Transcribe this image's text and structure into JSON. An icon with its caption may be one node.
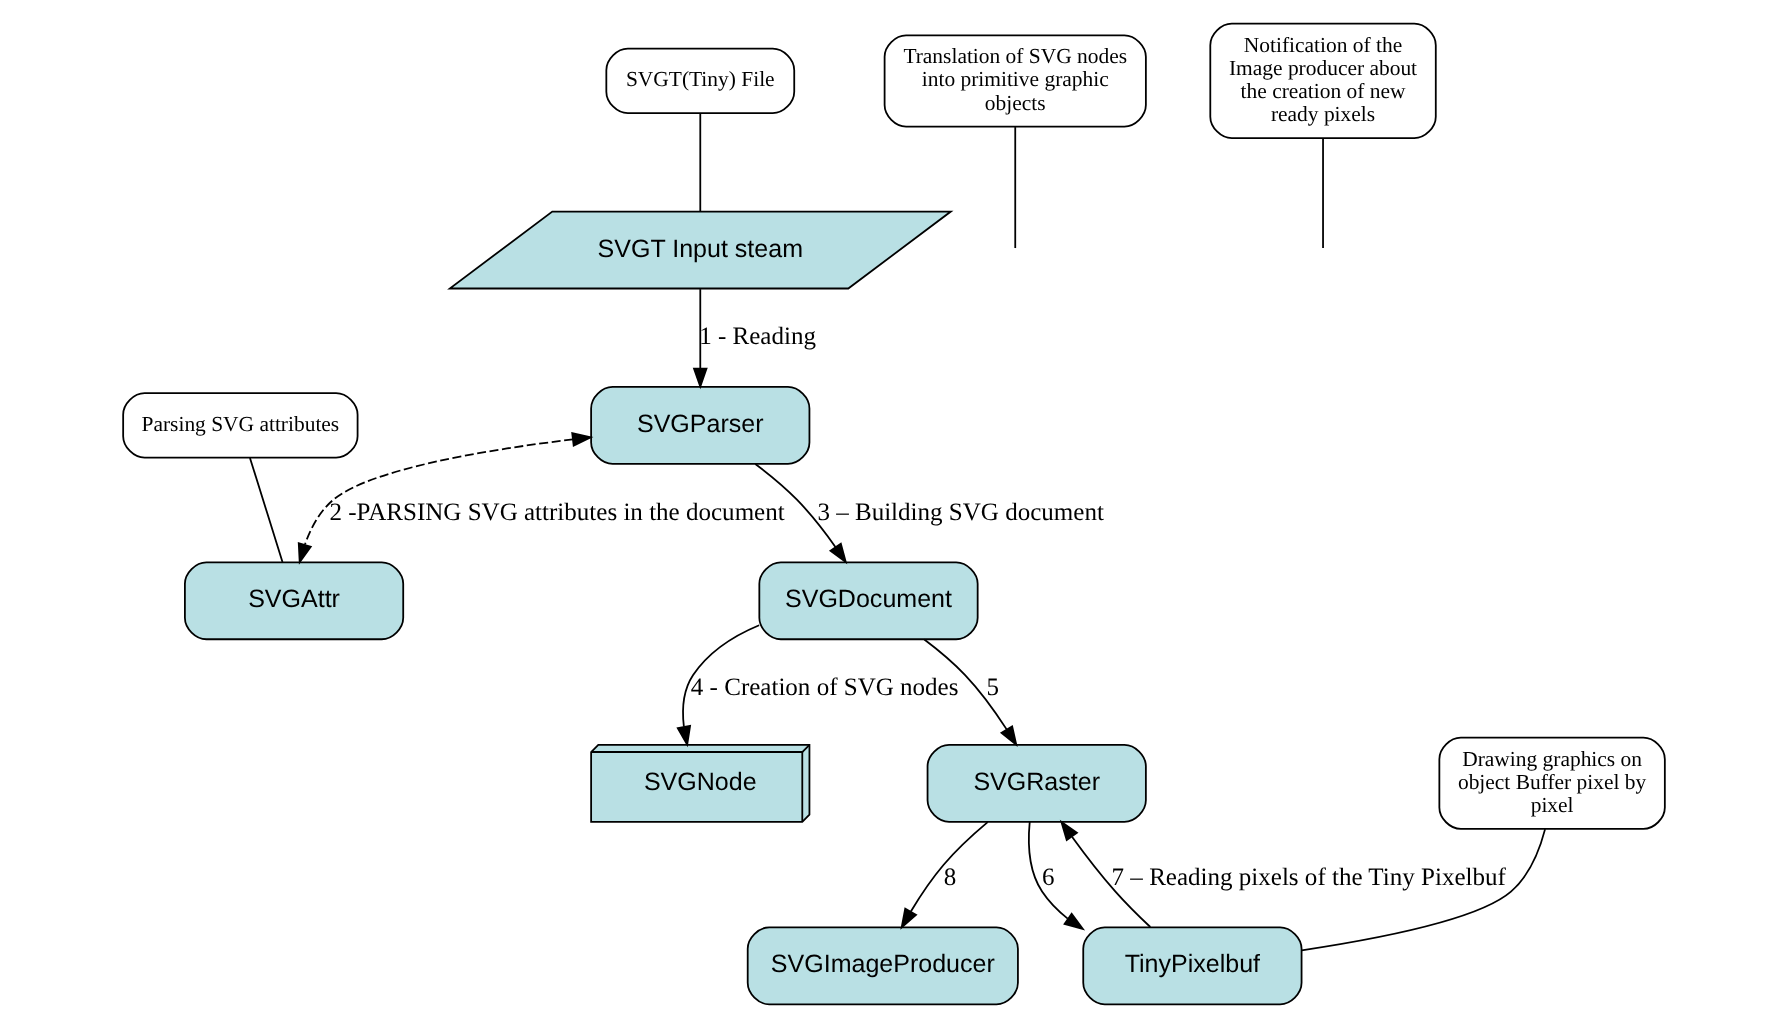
{
  "diagram": {
    "nodes": [
      {
        "text": [
          "SVGT(Tiny) File"
        ]
      },
      {
        "text": [
          "SVGT Input steam"
        ]
      },
      {
        "text": [
          "Parsing SVG attributes"
        ]
      },
      {
        "text": [
          "SVGAttr"
        ]
      },
      {
        "text": [
          "SVGParser"
        ]
      },
      {
        "text": [
          "SVGNode"
        ]
      },
      {
        "text": [
          "SVGDocument"
        ]
      },
      {
        "text": [
          "Translation of SVG nodes into primitive graphic objects"
        ]
      },
      {
        "text": [
          "SVGImageProducer"
        ]
      },
      {
        "text": [
          "Notification of the Image producer about the creation of new ready pixels"
        ]
      },
      {
        "text": [
          "SVGRaster"
        ]
      },
      {
        "text": [
          "TinyPixelbuf"
        ]
      },
      {
        "text": [
          "Drawing graphics on object Buffer pixel by pixel"
        ]
      }
    ],
    "edges": [
      {
        "from": 0,
        "to": 1,
        "arrow": "none"
      },
      {
        "from": 2,
        "to": 3,
        "arrow": "none"
      },
      {
        "from": 1,
        "to": 4,
        "arrow": "to",
        "label": "1 - Reading"
      },
      {
        "from": 4,
        "to": 3,
        "arrow": "both",
        "style": "dashed",
        "label": "2 -PARSING SVG attributes in the document"
      },
      {
        "from": 4,
        "to": 6,
        "arrow": "to",
        "label": "3 – Building SVG document"
      },
      {
        "from": 6,
        "to": 5,
        "arrow": "to",
        "label": "4 - Creation of SVG nodes"
      },
      {
        "from": 6,
        "to": 10,
        "arrow": "to",
        "label": "5"
      },
      {
        "from": 7,
        "to": null,
        "arrow": "none"
      },
      {
        "from": 10,
        "to": 8,
        "arrow": "to",
        "label": "8"
      },
      {
        "from": 9,
        "to": null,
        "arrow": "none"
      },
      {
        "from": 10,
        "to": 11,
        "arrow": "to",
        "label": "6"
      },
      {
        "from": 11,
        "to": 10,
        "arrow": "to",
        "label": "7 – Reading pixels of the Tiny Pixelbuf"
      },
      {
        "from": 12,
        "to": 11,
        "arrow": "none"
      }
    ]
  }
}
